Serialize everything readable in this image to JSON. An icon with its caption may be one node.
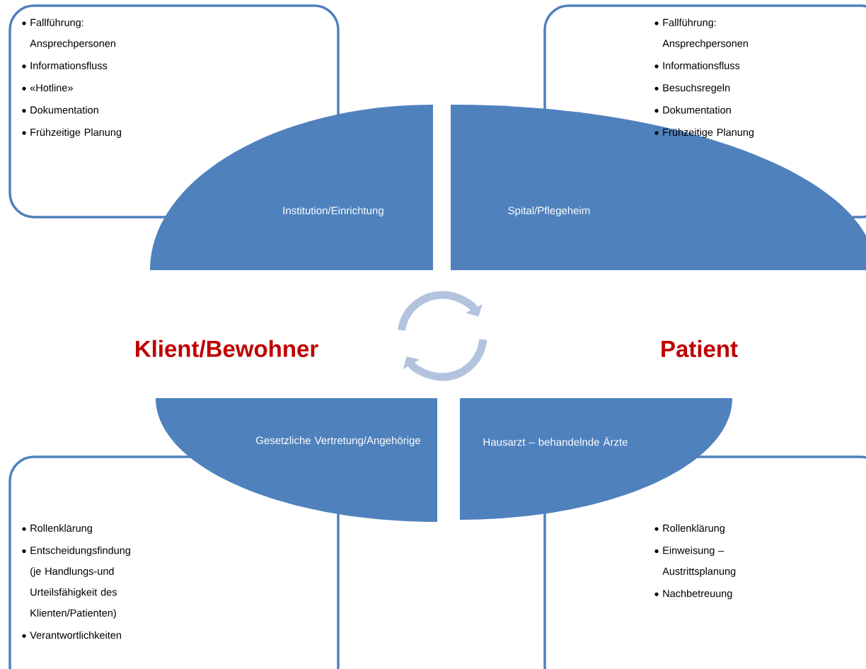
{
  "diagram": {
    "nodes": [
      {
        "text": [
          "Fallführung: Ansprechpersonen",
          "Informationsfluss",
          "«Hotline»",
          "Dokumentation",
          "Frühzeitige Planung"
        ]
      },
      {
        "text": [
          "Fallführung: Ansprechpersonen",
          "Informationsfluss",
          "Besuchsregeln",
          "Dokumentation",
          "Frühzeitige Planung"
        ]
      },
      {
        "text": [
          "Institution/Einrichtung"
        ]
      },
      {
        "text": [
          "Spital/Pflegeheim"
        ]
      },
      {
        "text": [
          "Gesetzliche Vertretung/Angehörige"
        ]
      },
      {
        "text": [
          "Hausarzt – behandelnde Ärzte"
        ]
      },
      {
        "text": [
          "Rollenklärung",
          "Entscheidungsfindung (je Handlungs-und Urteilsfähigkeit des Klienten/Patienten)",
          "Verantwortlichkeiten"
        ]
      },
      {
        "text": [
          "Rollenklärung",
          "Einweisung – Austrittsplanung",
          "Nachbetreuung"
        ]
      }
    ],
    "labels": [
      "Klient/Bewohner",
      "Patient"
    ]
  }
}
